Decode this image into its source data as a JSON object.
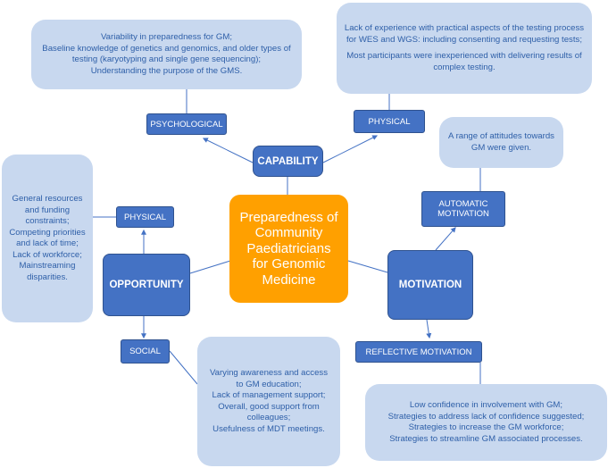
{
  "center_label": "Preparedness of Community Paediatricians for Genomic Medicine",
  "capability": {
    "label": "CAPABILITY",
    "psychological": {
      "label": "PSYCHOLOGICAL",
      "notes": [
        "Variability in preparedness for GM;",
        "Baseline knowledge of genetics and genomics, and older types of testing (karyotyping and single gene sequencing);",
        "Understanding the purpose of the GMS."
      ]
    },
    "physical": {
      "label": "PHYSICAL",
      "notes": [
        "Lack of experience with practical aspects of the testing process for WES and WGS: including consenting and requesting tests;",
        "Most participants were inexperienced with delivering results of complex testing."
      ]
    }
  },
  "opportunity": {
    "label": "OPPORTUNITY",
    "physical": {
      "label": "PHYSICAL",
      "notes": [
        "General resources and funding constraints;",
        "Competing priorities and lack of time;",
        "Lack of workforce;",
        "Mainstreaming disparities."
      ]
    },
    "social": {
      "label": "SOCIAL",
      "notes": [
        "Varying awareness and access to GM education;",
        "Lack of management support;",
        "Overall, good support from colleagues;",
        "Usefulness of MDT meetings."
      ]
    }
  },
  "motivation": {
    "label": "MOTIVATION",
    "automatic": {
      "label": "AUTOMATIC MOTIVATION",
      "notes": [
        "A range of attitudes towards GM were given."
      ]
    },
    "reflective": {
      "label": "REFLECTIVE MOTIVATION",
      "notes": [
        "Low confidence in involvement with GM;",
        "Strategies to address lack of confidence suggested;",
        "Strategies to increase the GM workforce;",
        "Strategies to streamline GM associated processes."
      ]
    }
  },
  "colors": {
    "center_fill": "#ffa000",
    "node_fill": "#4472c4",
    "node_border": "#2f528f",
    "note_fill": "#c8d8ef",
    "note_text": "#2e5fa8",
    "connector": "#4472c4"
  }
}
